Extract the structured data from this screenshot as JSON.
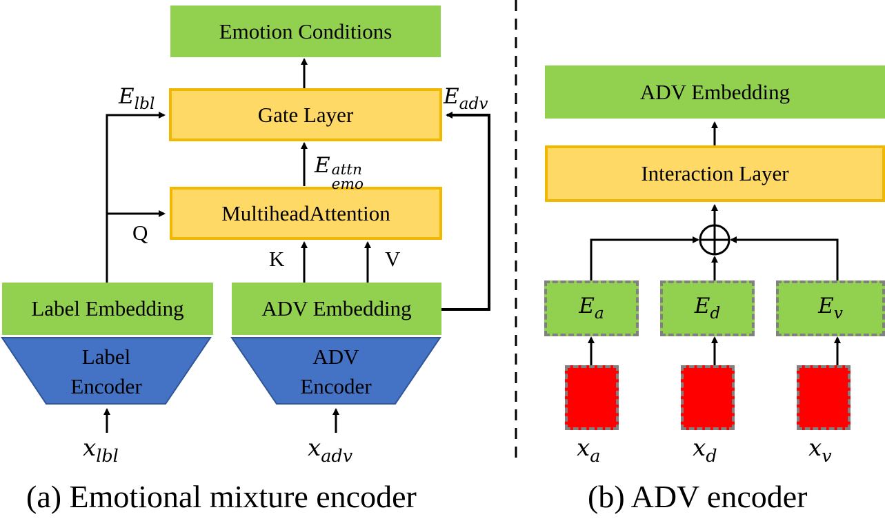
{
  "colors": {
    "embedding_green": "#92d050",
    "layer_yellow": "#ffd966",
    "layer_border": "#f0b800",
    "encoder_blue": "#4472c4",
    "input_red": "#ff0000",
    "dash_gray": "#808080"
  },
  "panel_a": {
    "caption": "(a) Emotional mixture encoder",
    "emotion_conditions": "Emotion Conditions",
    "gate_layer": "Gate Layer",
    "multihead_attention": "MultiheadAttention",
    "label_embedding": "Label Embedding",
    "adv_embedding": "ADV Embedding",
    "label_encoder": {
      "line1": "Label",
      "line2": "Encoder"
    },
    "adv_encoder": {
      "line1": "ADV",
      "line2": "Encoder"
    },
    "q_label": "Q",
    "k_label": "K",
    "v_label": "V",
    "e_lbl": {
      "base": "E",
      "sub": "lbl"
    },
    "e_adv": {
      "base": "E",
      "sub": "adv"
    },
    "e_emo_attn": {
      "base": "E",
      "sup": "attn",
      "sub": "emo"
    },
    "x_lbl": {
      "base": "x",
      "sub": "lbl"
    },
    "x_adv": {
      "base": "x",
      "sub": "adv"
    }
  },
  "panel_b": {
    "caption": "(b) ADV encoder",
    "adv_embedding": "ADV Embedding",
    "interaction_layer": "Interaction Layer",
    "sum_symbol": "⊕",
    "e_a": {
      "base": "E",
      "sub": "a"
    },
    "e_d": {
      "base": "E",
      "sub": "d"
    },
    "e_v": {
      "base": "E",
      "sub": "v"
    },
    "x_a": {
      "base": "x",
      "sub": "a"
    },
    "x_d": {
      "base": "x",
      "sub": "d"
    },
    "x_v": {
      "base": "x",
      "sub": "v"
    }
  }
}
